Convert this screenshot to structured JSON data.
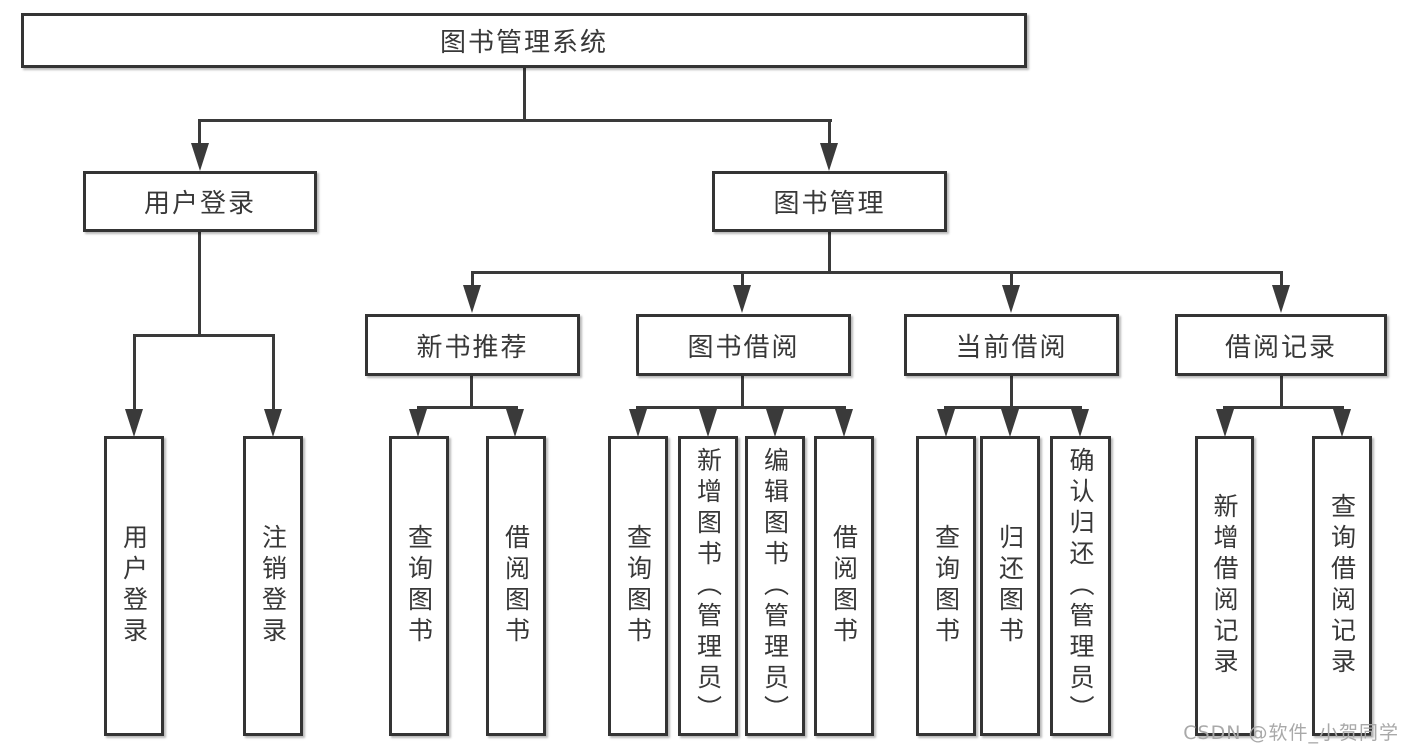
{
  "diagram": {
    "title": "图书管理系统",
    "branches": [
      {
        "label": "用户登录",
        "leaves": [
          "用户登录",
          "注销登录"
        ]
      },
      {
        "label": "图书管理",
        "children": [
          {
            "label": "新书推荐",
            "leaves": [
              "查询图书",
              "借阅图书"
            ]
          },
          {
            "label": "图书借阅",
            "leaves": [
              "查询图书",
              "新增图书（管理员）",
              "编辑图书（管理员）",
              "借阅图书"
            ]
          },
          {
            "label": "当前借阅",
            "leaves": [
              "查询图书",
              "归还图书",
              "确认归还（管理员）"
            ]
          },
          {
            "label": "借阅记录",
            "leaves": [
              "新增借阅记录",
              "查询借阅记录"
            ]
          }
        ]
      }
    ]
  },
  "watermark": {
    "label": "CSDN @软件_小贺同学"
  },
  "colors": {
    "line": "#3a3a3a",
    "border": "#343434",
    "text": "#383838",
    "watermark": "#a9a9a9",
    "background": "#ffffff"
  }
}
